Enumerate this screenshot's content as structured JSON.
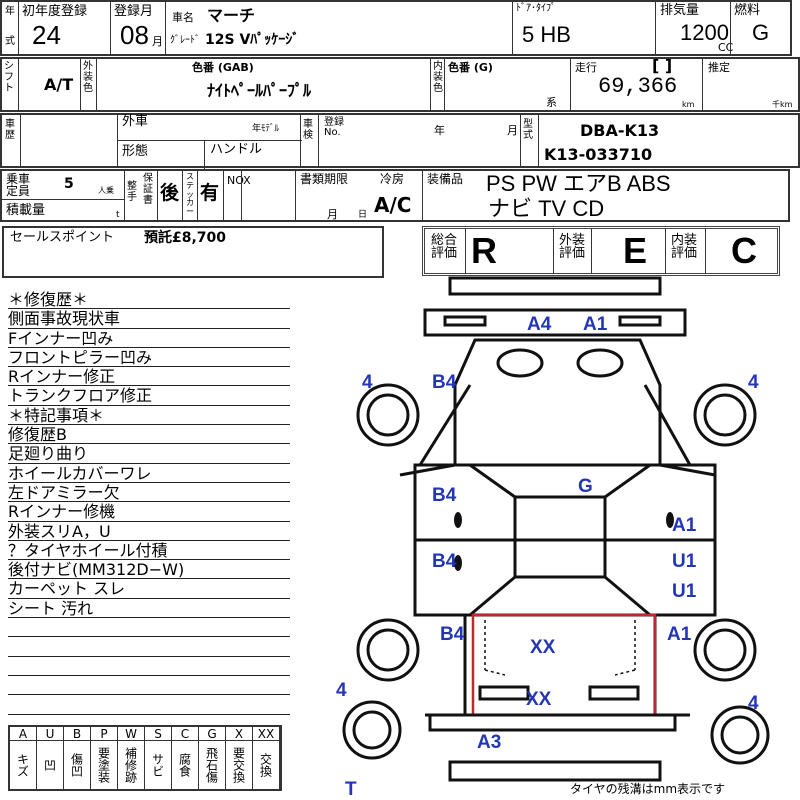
{
  "row1": {
    "year_label_a": "年",
    "year_label_b": "式",
    "first_reg_label": "初年度登録",
    "first_reg_value": "24",
    "month_label": "登録月",
    "month_value": "08",
    "month_unit": "月",
    "car_name_label": "車名",
    "car_name": "マーチ",
    "grade_label": "ｸﾞﾚｰﾄﾞ",
    "grade": "12S Vﾊﾟｯｹｰｼﾞ",
    "door_label": "ﾄﾞｱ･ﾀｲﾌﾟ",
    "door_value": "5 HB",
    "displacement_label": "排気量",
    "displacement": "1200",
    "displacement_unit": "CC",
    "fuel_label": "燃料",
    "fuel": "G"
  },
  "row2": {
    "shift_label": "シフト",
    "shift": "A/T",
    "ext_color_label": "外装色",
    "color_code_label": "色番 (GAB)",
    "ext_color": "ﾅｲﾄﾍﾟｰﾙﾊﾟｰﾌﾟﾙ",
    "int_color_label": "内装色",
    "int_color_code_label": "色番 (G)",
    "int_unit": "系",
    "mileage_label": "走行",
    "mileage_bracket": "[  ]",
    "mileage": "69,366",
    "mileage_unit": "km",
    "estimate_label": "推定",
    "estimate_unit": "千km"
  },
  "row3": {
    "history_label": "車歴",
    "foreign_label": "外車",
    "model_year_label": "年ﾓﾃﾞﾙ",
    "form_label": "形態",
    "handle_label": "ハンドル",
    "inspection_label": "車検",
    "reg_no_label": "登録 No.",
    "year_unit": "年",
    "month_unit": "月",
    "type_label": "型式",
    "model_code": "DBA-K13",
    "chassis": "K13-033710"
  },
  "row4": {
    "capacity_label": "乗車定員",
    "capacity": "5",
    "capacity_unit": "人乗",
    "load_label": "積載量",
    "load_unit": "t",
    "warranty_label": "保証書",
    "warranty_label2": "整手",
    "warranty": "後",
    "sticker_label": "ステッカー",
    "sticker": "有",
    "nox_label": "NOX",
    "docs_label": "書類期限",
    "docs_month": "月",
    "docs_day": "日",
    "ac_label": "冷房",
    "ac": "A/C",
    "equip_label": "装備品",
    "equip_line1": "PS PW エアB ABS",
    "equip_line2": "ナビ TV CD"
  },
  "sales": {
    "label": "セールスポイント",
    "value": "預託£8,700"
  },
  "grades": {
    "overall_label": "総合評価",
    "overall": "R",
    "exterior_label": "外装評価",
    "exterior": "E",
    "interior_label": "内装評価",
    "interior": "C"
  },
  "notes": [
    "＊修復歴＊",
    "側面事故現状車",
    "Fインナー凹み",
    "フロントピラー凹み",
    "Rインナー修正",
    "トランクフロア修正",
    "＊特記事項＊",
    "修復歴B",
    "足廻り曲り",
    "ホイールカバーワレ",
    "左ドアミラー欠",
    "Rインナー修機",
    "外装スリA，U",
    "？タイヤホイール付積",
    "後付ナビ(MM312D−W)",
    "カーペット スレ",
    "シート 汚れ",
    "",
    "",
    "",
    "",
    ""
  ],
  "legend": [
    {
      "k": "A",
      "v": "キズ"
    },
    {
      "k": "U",
      "v": "凹"
    },
    {
      "k": "B",
      "v": "傷凹"
    },
    {
      "k": "P",
      "v": "要塗装"
    },
    {
      "k": "W",
      "v": "補修跡"
    },
    {
      "k": "S",
      "v": "サビ"
    },
    {
      "k": "C",
      "v": "腐食"
    },
    {
      "k": "G",
      "v": "飛石傷"
    },
    {
      "k": "X",
      "v": "要交換"
    },
    {
      "k": "XX",
      "v": "交換"
    }
  ],
  "diagram": {
    "marks": {
      "a4": "A4",
      "a1_top": "A1",
      "tire_fl": "4",
      "b4_1": "B4",
      "tire_fr": "4",
      "g": "G",
      "b4_2": "B4",
      "a1_r": "A1",
      "b4_3": "B4",
      "u1_a": "U1",
      "u1_b": "U1",
      "b4_4": "B4",
      "a1_rr": "A1",
      "xx_1": "XX",
      "tire_rl": "4",
      "tire_rr": "4",
      "xx_2": "XX",
      "a3": "A3",
      "t": "T"
    },
    "footer": "タイヤの残溝はmm表示です",
    "accent": "#2336b8",
    "repair_box": "#c0282d"
  }
}
